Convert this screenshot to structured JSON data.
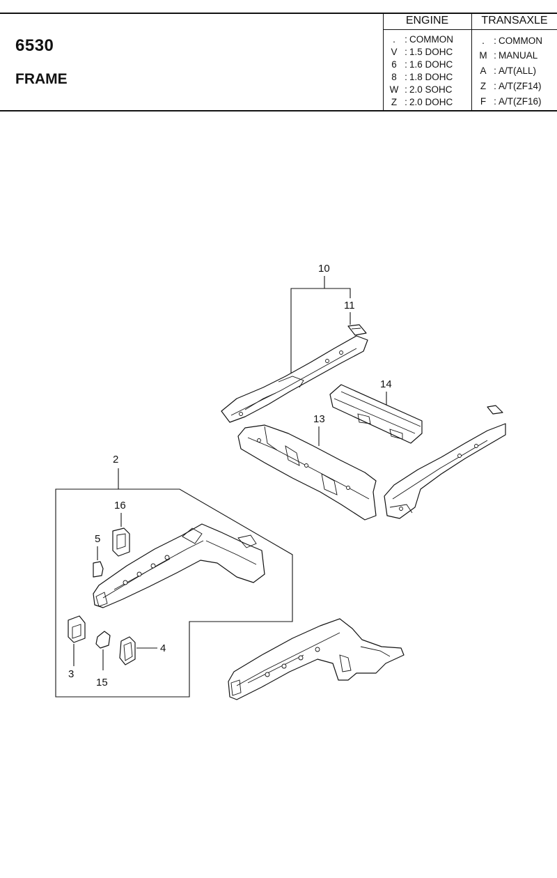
{
  "header": {
    "part_number": "6530",
    "part_name": "FRAME"
  },
  "legend": {
    "engine": {
      "title": "ENGINE",
      "rows": [
        {
          "code": ".",
          "label": "COMMON"
        },
        {
          "code": "V",
          "label": "1.5 DOHC"
        },
        {
          "code": "6",
          "label": "1.6 DOHC"
        },
        {
          "code": "8",
          "label": "1.8 DOHC"
        },
        {
          "code": "W",
          "label": "2.0 SOHC"
        },
        {
          "code": "Z",
          "label": "2.0 DOHC"
        }
      ]
    },
    "transaxle": {
      "title": "TRANSAXLE",
      "rows": [
        {
          "code": ".",
          "label": "COMMON"
        },
        {
          "code": "M",
          "label": "MANUAL"
        },
        {
          "code": "A",
          "label": "A/T(ALL)"
        },
        {
          "code": "Z",
          "label": "A/T(ZF14)"
        },
        {
          "code": "F",
          "label": "A/T(ZF16)"
        }
      ]
    }
  },
  "callouts": {
    "c10": "10",
    "c11": "11",
    "c14": "14",
    "c13": "13",
    "c2": "2",
    "c16": "16",
    "c5": "5",
    "c4": "4",
    "c3": "3",
    "c15": "15"
  }
}
